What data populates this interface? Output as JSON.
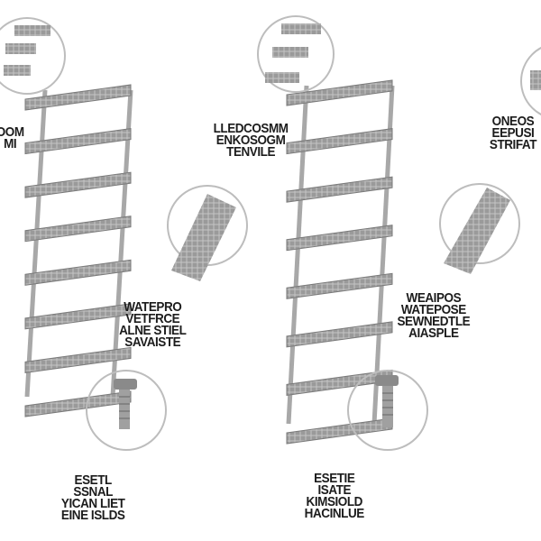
{
  "callouts": [
    {
      "id": "top-left",
      "lines": [
        "OOM",
        "MI"
      ],
      "icon": "stacked-steps-icon"
    },
    {
      "id": "top-center",
      "lines": [
        "LLEDCOSMM",
        "ENKOSOGM",
        "TENVILE"
      ],
      "icon": "stacked-steps-icon"
    },
    {
      "id": "top-right",
      "lines": [
        "ONEOS",
        "EEPUSI",
        "STRIFAT"
      ],
      "icon": "step-detail-icon"
    },
    {
      "id": "mid-left",
      "lines": [
        "WATEPRO",
        "VETFRCE",
        "ALNE STIEL",
        "SAVAISTE"
      ],
      "icon": "step-tread-icon"
    },
    {
      "id": "mid-right",
      "lines": [
        "WEAIPOS",
        "WATEPOSE",
        "SEWNEDTLE",
        "AIASPLE"
      ],
      "icon": "step-tread-icon"
    },
    {
      "id": "bottom-left",
      "lines": [
        "ESETL",
        "SSNAL",
        "YICAN LIET",
        "EINE ISLDS"
      ],
      "icon": "bolt-screw-icon"
    },
    {
      "id": "bottom-center",
      "lines": [
        "ESETIE",
        "ISATE",
        "KIMSIOLD",
        "HACINLUE"
      ],
      "icon": "bolt-screw-icon"
    }
  ],
  "colors": {
    "rung": "#8c8c8c",
    "rail": "#a8a8a8",
    "circle": "#bdbdbd",
    "text": "#1c1c1c"
  }
}
